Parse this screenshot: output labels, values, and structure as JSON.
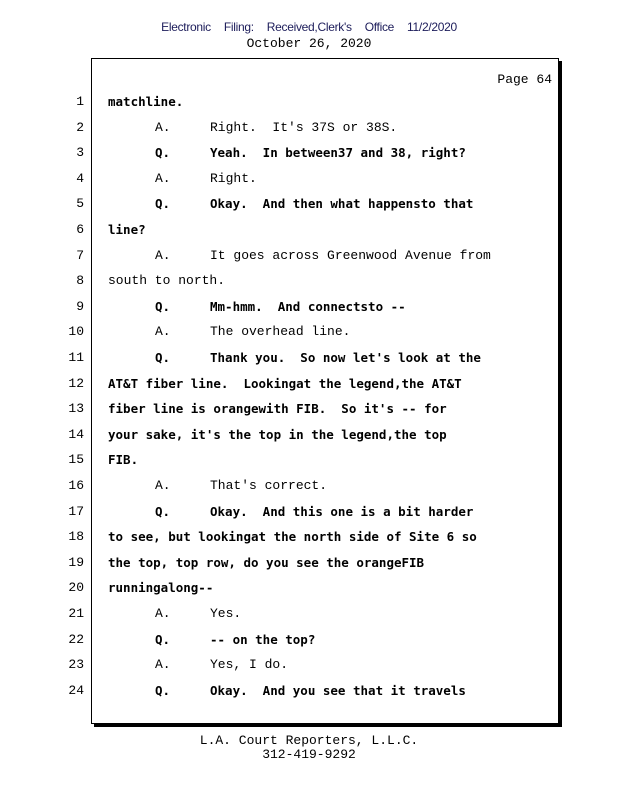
{
  "header": {
    "filing": "Electronic Filing: Received,Clerk's Office 11/2/2020",
    "date": "October 26, 2020"
  },
  "page_label": "Page 64",
  "lines": [
    {
      "n": "1",
      "speaker": "",
      "text": "matchline.",
      "bold": true,
      "indent": false
    },
    {
      "n": "2",
      "speaker": "A.",
      "text": "Right.  It's 37S or 38S.",
      "bold": false
    },
    {
      "n": "3",
      "speaker": "Q.",
      "text": "Yeah.  In between37 and 38, right?",
      "bold": true
    },
    {
      "n": "4",
      "speaker": "A.",
      "text": "Right.",
      "bold": false
    },
    {
      "n": "5",
      "speaker": "Q.",
      "text": "Okay.  And then what happensto that",
      "bold": true
    },
    {
      "n": "6",
      "speaker": "",
      "text": "line?",
      "bold": true
    },
    {
      "n": "7",
      "speaker": "A.",
      "text": "It goes across Greenwood Avenue from",
      "bold": false
    },
    {
      "n": "8",
      "speaker": "",
      "text": "south to north.",
      "bold": false
    },
    {
      "n": "9",
      "speaker": "Q.",
      "text": "Mm-hmm.  And connectsto --",
      "bold": true
    },
    {
      "n": "10",
      "speaker": "A.",
      "text": "The overhead line.",
      "bold": false
    },
    {
      "n": "11",
      "speaker": "Q.",
      "text": "Thank you.  So now let's look at the",
      "bold": true
    },
    {
      "n": "12",
      "speaker": "",
      "text": "AT&T fiber line.  Lookingat the legend,the AT&T",
      "bold": true
    },
    {
      "n": "13",
      "speaker": "",
      "text": "fiber line is orangewith FIB.  So it's -- for",
      "bold": true
    },
    {
      "n": "14",
      "speaker": "",
      "text": "your sake, it's the top in the legend,the top",
      "bold": true
    },
    {
      "n": "15",
      "speaker": "",
      "text": "FIB.",
      "bold": true
    },
    {
      "n": "16",
      "speaker": "A.",
      "text": "That's correct.",
      "bold": false
    },
    {
      "n": "17",
      "speaker": "Q.",
      "text": "Okay.  And this one is a bit harder",
      "bold": true
    },
    {
      "n": "18",
      "speaker": "",
      "text": "to see, but lookingat the north side of Site 6 so",
      "bold": true
    },
    {
      "n": "19",
      "speaker": "",
      "text": "the top, top row, do you see the orangeFIB",
      "bold": true
    },
    {
      "n": "20",
      "speaker": "",
      "text": "runningalong--",
      "bold": true
    },
    {
      "n": "21",
      "speaker": "A.",
      "text": "Yes.",
      "bold": false
    },
    {
      "n": "22",
      "speaker": "Q.",
      "text": "-- on the top?",
      "bold": true
    },
    {
      "n": "23",
      "speaker": "A.",
      "text": "Yes, I do.",
      "bold": false
    },
    {
      "n": "24",
      "speaker": "Q.",
      "text": "Okay.  And you see that it travels",
      "bold": true
    }
  ],
  "footer": {
    "company": "L.A. Court Reporters, L.L.C.",
    "phone": "312-419-9292"
  }
}
